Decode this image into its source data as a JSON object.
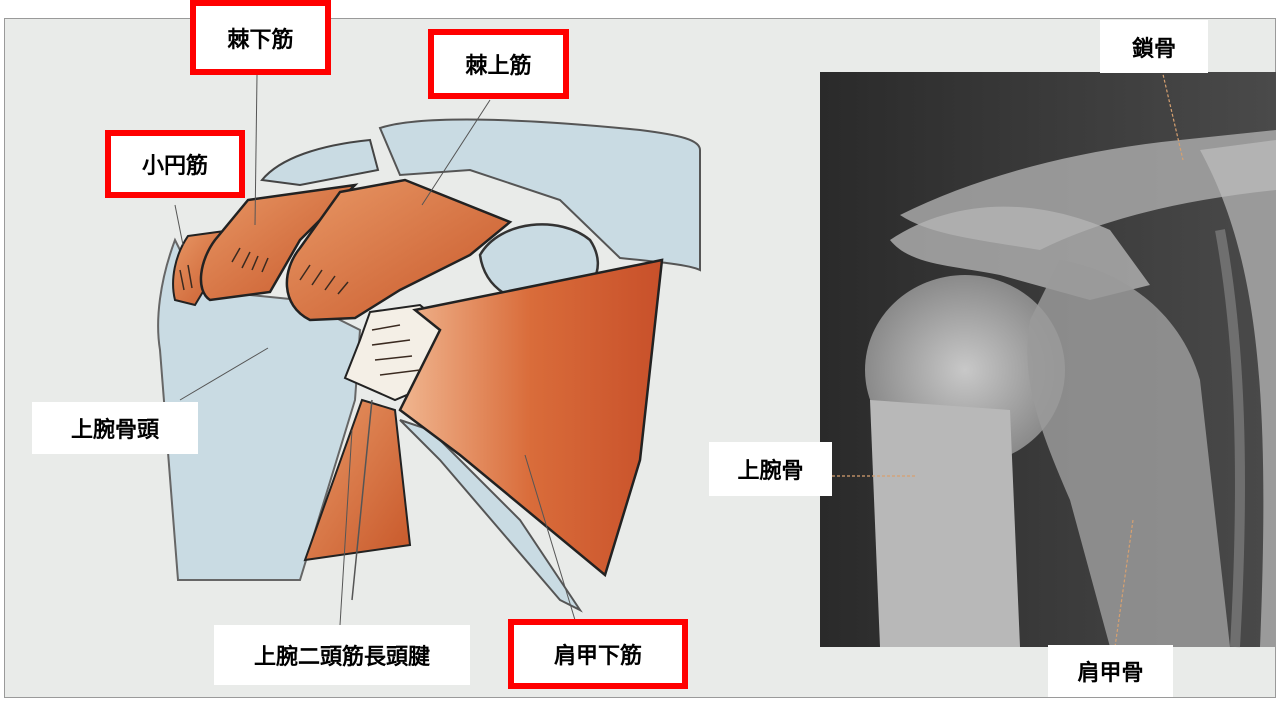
{
  "labels": {
    "infraspinatus": "棘下筋",
    "supraspinatus": "棘上筋",
    "teres_minor": "小円筋",
    "humeral_head": "上腕骨頭",
    "biceps_long_head_tendon": "上腕二頭筋長頭腱",
    "subscapularis": "肩甲下筋",
    "clavicle": "鎖骨",
    "humerus": "上腕骨",
    "scapula": "肩甲骨"
  },
  "highlighted": [
    "infraspinatus",
    "supraspinatus",
    "teres_minor",
    "subscapularis"
  ],
  "colors": {
    "highlight_border": "#ff0000",
    "muscle": "#d9703e",
    "bone": "#c9dbe3",
    "xray_background": "#3a3a3a"
  }
}
